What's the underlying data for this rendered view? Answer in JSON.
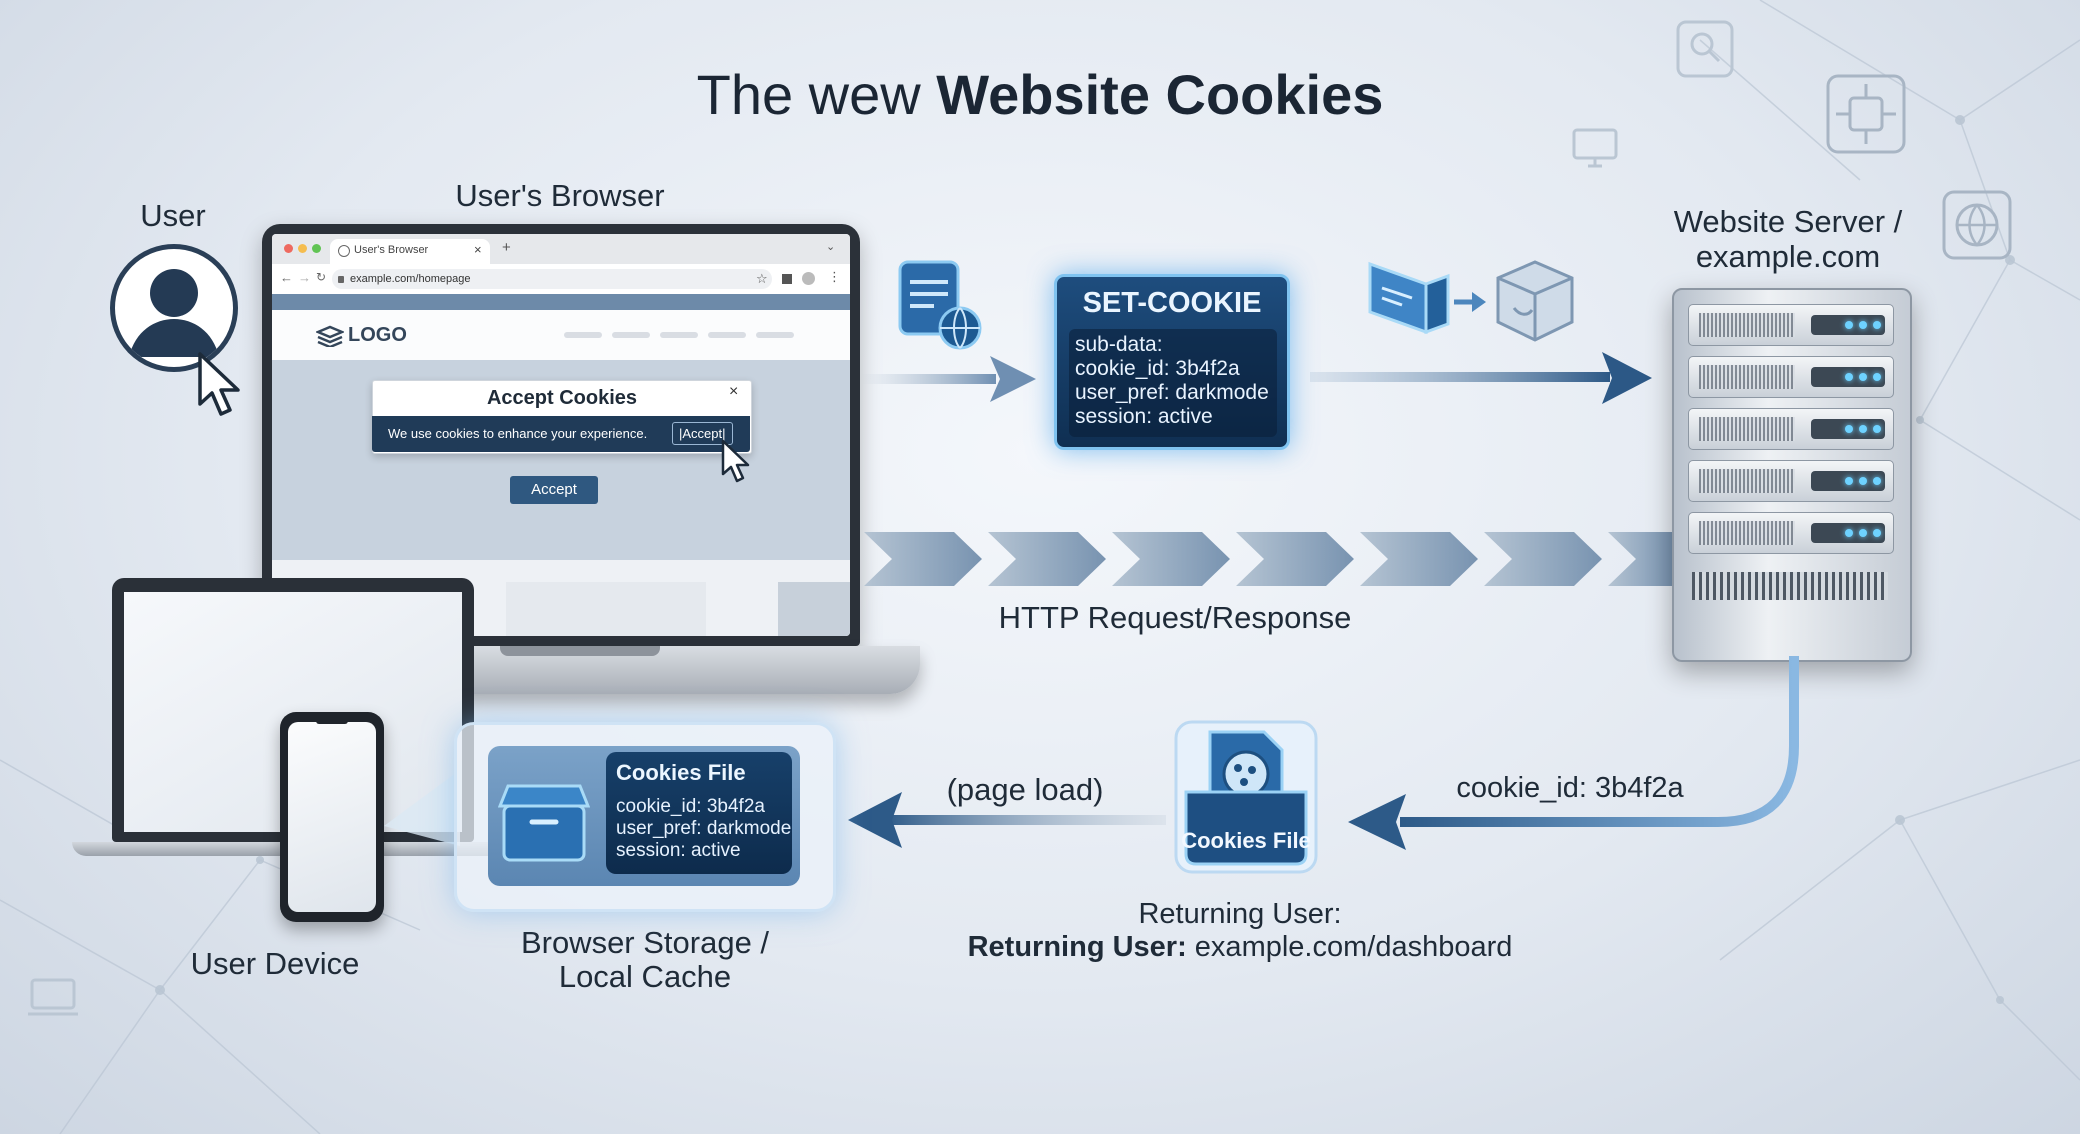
{
  "title": {
    "light": "The wew ",
    "bold": "Website Cookies"
  },
  "labels": {
    "user": "User",
    "browser": "User's Browser",
    "server_line1": "Website Server /",
    "server_line2": "example.com",
    "http": "HTTP Request/Response",
    "page_load": "(page load)",
    "cookie_id_return": "cookie_id: 3b4f2a",
    "user_device": "User Device",
    "storage_line1": "Browser Storage /",
    "storage_line2": "Local Cache",
    "returning_line1": "Returning User:",
    "returning_bold": "Returning User:",
    "returning_url": " example.com/dashboard"
  },
  "browser": {
    "tab_title": "User's Browser",
    "new_tab": "+",
    "url": "example.com/homepage",
    "logo": "LOGO",
    "dialog_title": "Accept Cookies",
    "dialog_close": "×",
    "dialog_text": "We use cookies to enhance your experience.",
    "dialog_inline_accept": "|Accept|",
    "accept_button": "Accept"
  },
  "set_cookie": {
    "header": "SET-COOKIE",
    "lines": [
      "sub-data:",
      "cookie_id: 3b4f2a",
      "user_pref: darkmode",
      "session: active"
    ]
  },
  "cookies_file_card": {
    "header": "Cookies File",
    "lines": [
      "cookie_id: 3b4f2a",
      "user_pref: darkmode",
      "session: active"
    ]
  },
  "cookies_file_badge": {
    "label": "Cookies File"
  },
  "colors": {
    "navy": "#1a3a5c",
    "accent_blue": "#3d7fc0",
    "arrow_blue": "#2f5f8e",
    "glow": "#7fc3f0"
  },
  "icons": [
    "user-icon",
    "cursor-icon",
    "document-globe-icon",
    "network-cable-icon",
    "package-box-icon",
    "server-icon",
    "storage-box-icon",
    "cookie-file-icon",
    "globe-icon",
    "settings-chip-icon",
    "monitor-icon",
    "search-doc-icon"
  ]
}
